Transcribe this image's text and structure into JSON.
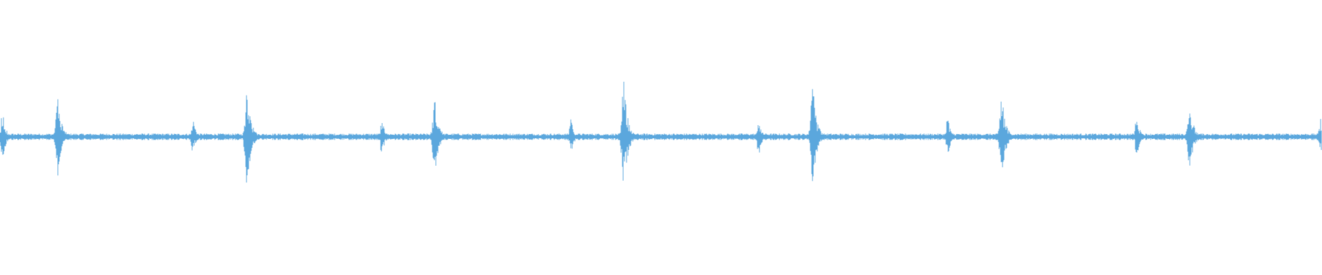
{
  "waveform": {
    "color": "#5ba7dd",
    "background": "#ffffff",
    "baseline_noise_level": 0.04,
    "bursts": [
      {
        "position": 0.002,
        "amplitude": 0.35,
        "kind": "minor"
      },
      {
        "position": 0.044,
        "amplitude": 0.52,
        "kind": "major"
      },
      {
        "position": 0.146,
        "amplitude": 0.22,
        "kind": "minor"
      },
      {
        "position": 0.187,
        "amplitude": 0.62,
        "kind": "major"
      },
      {
        "position": 0.289,
        "amplitude": 0.24,
        "kind": "minor"
      },
      {
        "position": 0.329,
        "amplitude": 0.46,
        "kind": "major"
      },
      {
        "position": 0.432,
        "amplitude": 0.22,
        "kind": "minor"
      },
      {
        "position": 0.472,
        "amplitude": 0.68,
        "kind": "major"
      },
      {
        "position": 0.574,
        "amplitude": 0.24,
        "kind": "minor"
      },
      {
        "position": 0.615,
        "amplitude": 0.62,
        "kind": "major"
      },
      {
        "position": 0.717,
        "amplitude": 0.26,
        "kind": "minor"
      },
      {
        "position": 0.758,
        "amplitude": 0.49,
        "kind": "major"
      },
      {
        "position": 0.86,
        "amplitude": 0.28,
        "kind": "minor"
      },
      {
        "position": 0.9,
        "amplitude": 0.43,
        "kind": "major"
      },
      {
        "position": 0.999,
        "amplitude": 0.22,
        "kind": "minor"
      }
    ]
  }
}
